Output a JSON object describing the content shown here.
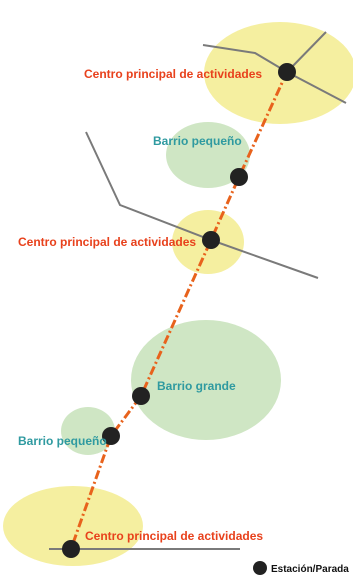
{
  "labels": {
    "center_top": "Centro principal de actividades",
    "center_mid": "Centro principal de actividades",
    "center_bottom": "Centro principal de actividades",
    "small_neighborhood_top": "Barrio pequeño",
    "large_neighborhood": "Barrio grande",
    "small_neighborhood_bottom": "Barrio pequeño"
  },
  "legend": {
    "station_label": "Estación/Parada"
  },
  "colors": {
    "activity_center_fill": "#f5efa0",
    "neighborhood_fill": "#cfe6c4",
    "road": "#7a7a7a",
    "transit_line": "#e8621c",
    "station": "#222222",
    "center_label": "#e8411c",
    "neighborhood_label": "#2f9aa0"
  }
}
